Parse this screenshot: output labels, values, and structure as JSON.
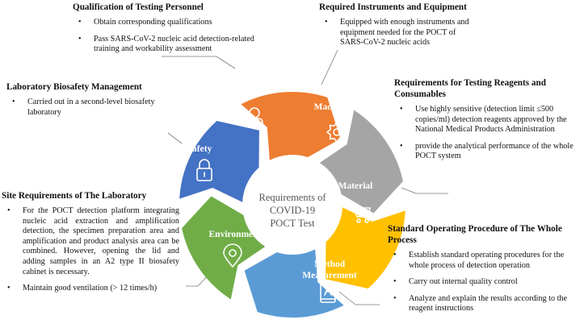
{
  "center": {
    "line1": "Requirements of",
    "line2": "COVID-19",
    "line3": "POCT Test"
  },
  "segments": [
    {
      "key": "human",
      "label": "Human",
      "color": "#ED7D31",
      "icon": "person-icon"
    },
    {
      "key": "machine",
      "label": "Machine",
      "color": "#A5A5A5",
      "icon": "gear-icon"
    },
    {
      "key": "material",
      "label": "Material",
      "color": "#FFC000",
      "icon": "cart-icon"
    },
    {
      "key": "method",
      "label": "Method Measurement",
      "line1": "Method",
      "line2": "Measurement",
      "color": "#5B9BD5",
      "icon": "book-icon"
    },
    {
      "key": "environment",
      "label": "Environment",
      "color": "#70AD47",
      "icon": "location-pin-icon"
    },
    {
      "key": "safety",
      "label": "Safety",
      "color": "#4472C4",
      "icon": "lock-icon"
    }
  ],
  "sections": {
    "personnel": {
      "heading": "Qualification of Testing Personnel",
      "items": [
        "Obtain corresponding qualifications",
        "Pass SARS-CoV-2 nucleic acid detection-related training and workability assessment"
      ]
    },
    "instruments": {
      "heading": "Required Instruments and Equipment",
      "items": [
        "Equipped with enough instruments and equipment needed for the POCT of SARS-CoV-2 nucleic acids"
      ]
    },
    "reagents": {
      "heading": "Requirements for Testing Reagents and Consumables",
      "items": [
        "Use highly sensitive (detection limit ≤500 copies/ml) detection reagents approved by the National Medical Products Administration",
        "provide the analytical performance of the whole POCT system"
      ]
    },
    "biosafety": {
      "heading": "Laboratory Biosafety Management",
      "items": [
        "Carried out in a second-level biosafety laboratory"
      ]
    },
    "site": {
      "heading": "Site Requirements of The Laboratory",
      "items": [
        "For the POCT detection platform integrating nucleic acid extraction and amplification detection, the specimen preparation area and amplification and product analysis area can be combined. However, opening the lid and adding samples in an A2 type II biosafety cabinet is necessary.",
        "Maintain good ventilation (> 12 times/h)"
      ]
    },
    "sop": {
      "heading": "Standard Operating Procedure of The Whole Process",
      "items": [
        "Establish standard operating procedures for the whole process of detection operation",
        "Carry out internal quality control",
        "Analyze and explain the results according to the reagent instructions"
      ]
    }
  }
}
